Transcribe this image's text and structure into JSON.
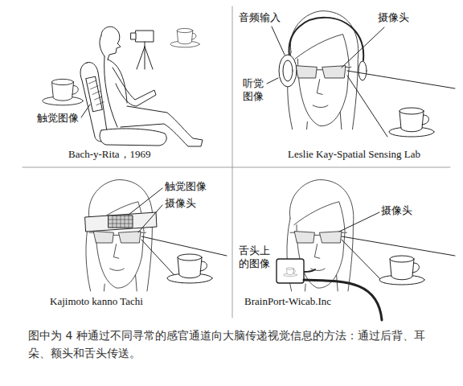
{
  "diagram": {
    "caption": "图中为 4 种通过不同寻常的感官通道向大脑传递视觉信息的方法：通过后背、耳朵、额头和舌头传送。",
    "labels": [
      "触觉图像",
      "Bach-y-Rita，1969",
      "音频输入",
      "摄像头",
      "听觉 图像",
      "Leslie Kay-Spatial Sensing Lab",
      "触觉图像",
      "摄像头",
      "Kajimoto kanno Tachi",
      "摄像头",
      "舌头上 的图像",
      "BrainPort-Wicab.Inc"
    ]
  }
}
